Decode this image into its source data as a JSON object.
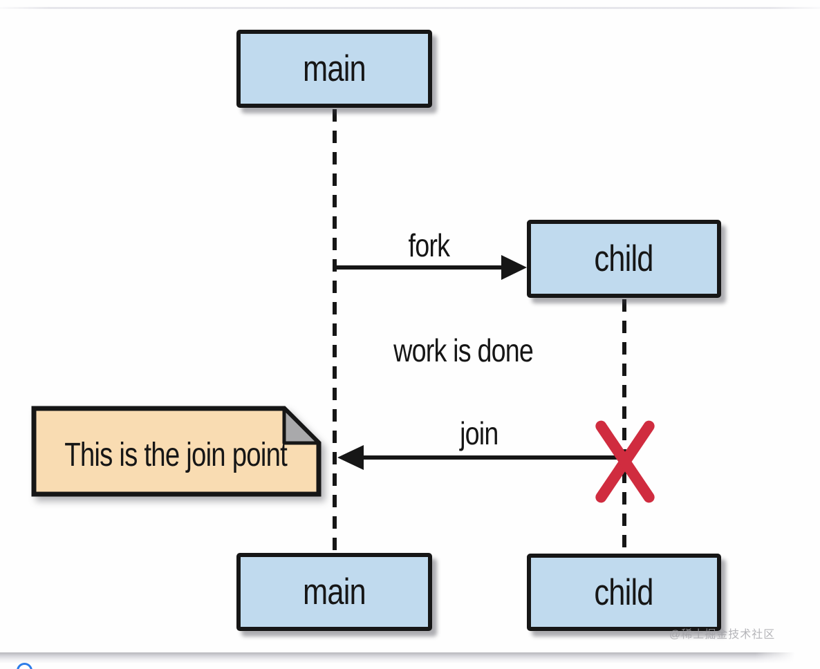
{
  "diagram": {
    "type": "sequence-diagram-fork-join",
    "actors": {
      "main_top": "main",
      "child_top": "child",
      "main_bottom": "main",
      "child_bottom": "child"
    },
    "messages": {
      "fork_label": "fork",
      "work_label": "work is done",
      "join_label": "join"
    },
    "note_text": "This is the join point",
    "colors": {
      "actor_fill": "#c0daee",
      "actor_border": "#161616",
      "note_fill": "#f9dcb2",
      "note_fold": "#a9a9ab",
      "x_mark": "#d02c3f",
      "lifeline": "#161616",
      "text": "#161616",
      "watermark": "#a3a3a8",
      "blue_dot": "#2d7ce9"
    }
  },
  "page": {
    "watermark": "@稀土掘金技术社区"
  }
}
